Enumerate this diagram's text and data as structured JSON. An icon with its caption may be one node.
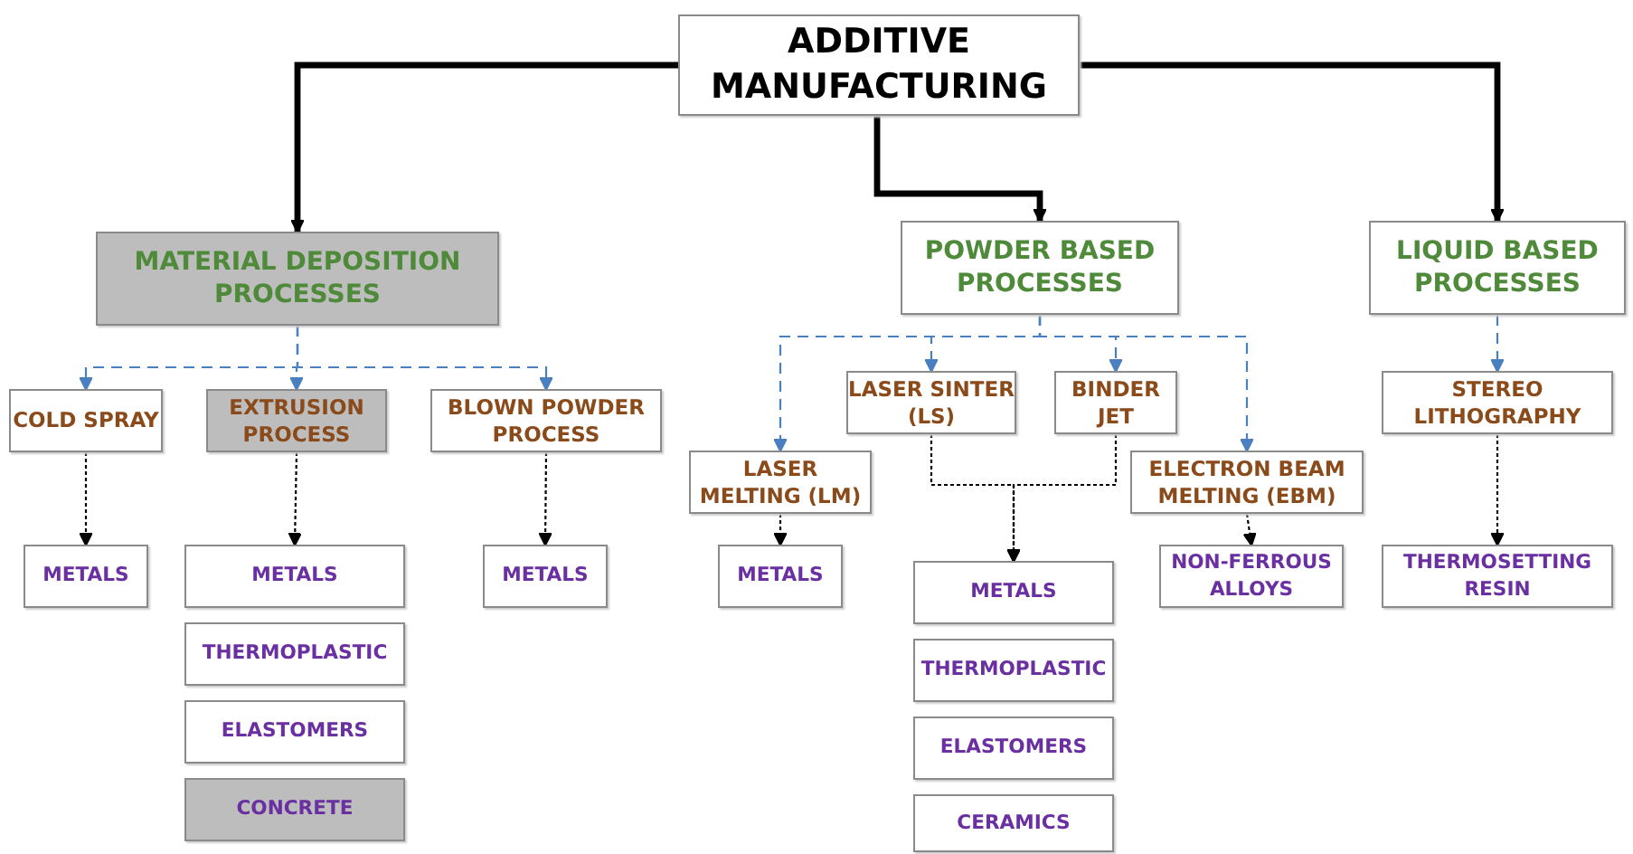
{
  "diagram": {
    "nodes": [
      {
        "text": [
          "ADDITIVE MANUFACTURING"
        ]
      },
      {
        "text": [
          "MATERIAL DEPOSITION PROCESSES"
        ]
      },
      {
        "text": [
          "POWDER BASED PROCESSES"
        ]
      },
      {
        "text": [
          "LIQUID BASED PROCESSES"
        ]
      },
      {
        "text": [
          "COLD SPRAY"
        ]
      },
      {
        "text": [
          "EXTRUSION PROCESS"
        ]
      },
      {
        "text": [
          "BLOWN POWDER PROCESS"
        ]
      },
      {
        "text": [
          "LASER SINTER (LS)"
        ]
      },
      {
        "text": [
          "BINDER JET"
        ]
      },
      {
        "text": [
          "LASER MELTING (LM)"
        ]
      },
      {
        "text": [
          "ELECTRON BEAM MELTING (EBM)"
        ]
      },
      {
        "text": [
          "STEREO LITHOGRAPHY"
        ]
      },
      {
        "text": [
          "METALS"
        ]
      },
      {
        "text": [
          "METALS"
        ]
      },
      {
        "text": [
          "THERMOPLASTIC"
        ]
      },
      {
        "text": [
          "ELASTOMERS"
        ]
      },
      {
        "text": [
          "CONCRETE"
        ]
      },
      {
        "text": [
          "METALS"
        ]
      },
      {
        "text": [
          "METALS"
        ]
      },
      {
        "text": [
          "METALS"
        ]
      },
      {
        "text": [
          "THERMOPLASTIC"
        ]
      },
      {
        "text": [
          "ELASTOMERS"
        ]
      },
      {
        "text": [
          "CERAMICS"
        ]
      },
      {
        "text": [
          "NON-FERROUS ALLOYS"
        ]
      },
      {
        "text": [
          "THERMOSETTING RESIN"
        ]
      }
    ],
    "edges": [
      {
        "from": 0,
        "to": 1,
        "arrow": "to",
        "style": "thick"
      },
      {
        "from": 0,
        "to": 2,
        "arrow": "to",
        "style": "thick"
      },
      {
        "from": 0,
        "to": 3,
        "arrow": "to",
        "style": "thick"
      },
      {
        "from": 1,
        "to": 4,
        "arrow": "to",
        "style": "dashed",
        "color": "#4a7fc0"
      },
      {
        "from": 1,
        "to": 5,
        "arrow": "to",
        "style": "dashed",
        "color": "#4a7fc0"
      },
      {
        "from": 1,
        "to": 6,
        "arrow": "to",
        "style": "dashed",
        "color": "#4a7fc0"
      },
      {
        "from": 2,
        "to": 9,
        "arrow": "to",
        "style": "dashed",
        "color": "#4a7fc0"
      },
      {
        "from": 2,
        "to": 7,
        "arrow": "to",
        "style": "dashed",
        "color": "#4a7fc0"
      },
      {
        "from": 2,
        "to": 8,
        "arrow": "to",
        "style": "dashed",
        "color": "#4a7fc0"
      },
      {
        "from": 2,
        "to": 10,
        "arrow": "to",
        "style": "dashed",
        "color": "#4a7fc0"
      },
      {
        "from": 3,
        "to": 11,
        "arrow": "to",
        "style": "dashed",
        "color": "#4a7fc0"
      },
      {
        "from": 4,
        "to": 12,
        "arrow": "to",
        "style": "dashed"
      },
      {
        "from": 5,
        "to": 13,
        "arrow": "to",
        "style": "dashed"
      },
      {
        "from": 6,
        "to": 17,
        "arrow": "to",
        "style": "dashed"
      },
      {
        "from": 9,
        "to": 18,
        "arrow": "to",
        "style": "dashed"
      },
      {
        "from": 7,
        "to": 19,
        "arrow": "to",
        "style": "dashed"
      },
      {
        "from": 8,
        "to": 19,
        "arrow": "to",
        "style": "dashed"
      },
      {
        "from": 10,
        "to": 23,
        "arrow": "to",
        "style": "dashed"
      },
      {
        "from": 11,
        "to": 24,
        "arrow": "to",
        "style": "dashed"
      }
    ]
  }
}
